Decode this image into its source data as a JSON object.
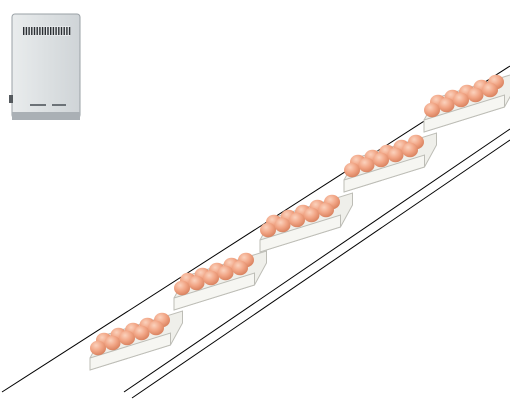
{
  "scene": {
    "background": "#ffffff",
    "device": {
      "name": "wall-mounted-electrical-unit",
      "body_color": "#dfe3e6",
      "shadow_color": "#aab0b5",
      "vent_color": "#2b2f33"
    },
    "conveyor": {
      "line_color": "#000000"
    },
    "egg_cartons": {
      "count": 5,
      "rows_per_carton": 2,
      "eggs_per_row": 5,
      "carton_color": "#efefea",
      "carton_edge_color": "#bdbdb6",
      "egg_color": "#f1a484",
      "egg_highlight": "#fbd2bd",
      "egg_shadow": "#d9825f"
    }
  }
}
